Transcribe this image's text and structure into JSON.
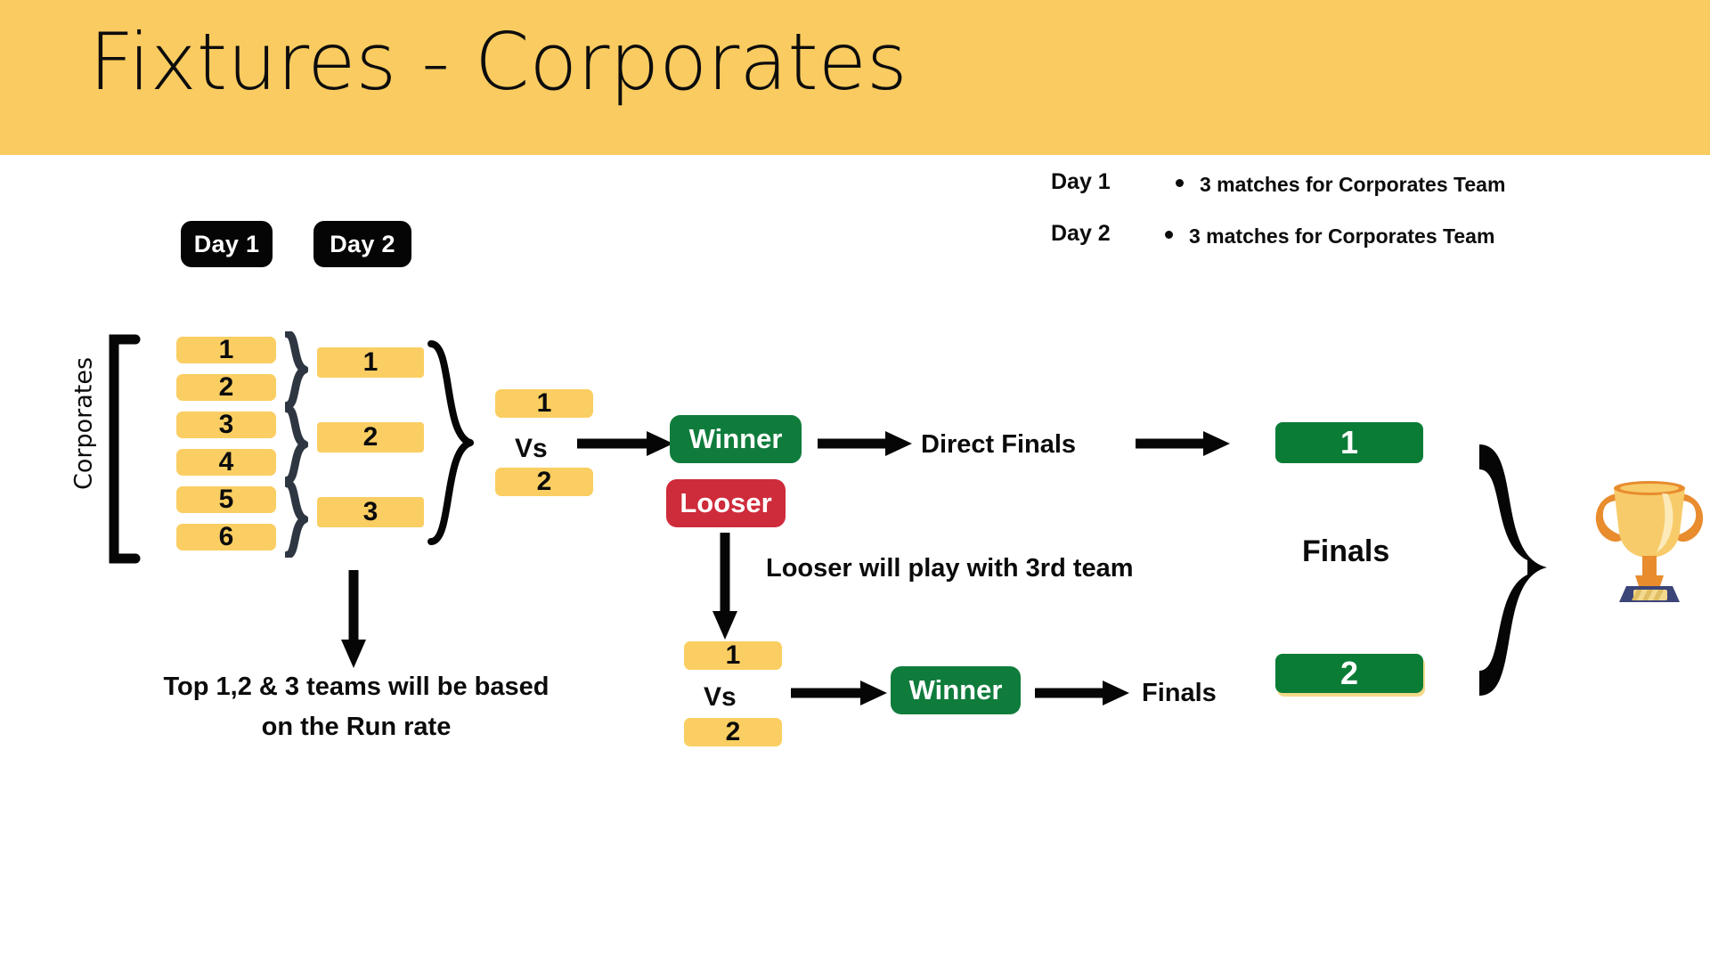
{
  "header": {
    "title": "Fixtures - Corporates",
    "bar_color": "#F9CB60"
  },
  "legend": {
    "rows": [
      {
        "day": "Day 1",
        "note": "3 matches for Corporates Team"
      },
      {
        "day": "Day 2",
        "note": "3 matches for Corporates Team"
      }
    ]
  },
  "day_badges": [
    {
      "label": "Day 1"
    },
    {
      "label": "Day 2"
    }
  ],
  "group_label": "Corporates",
  "teams_column": {
    "items": [
      "1",
      "2",
      "3",
      "4",
      "5",
      "6"
    ]
  },
  "pairs_column": {
    "items": [
      "1",
      "2",
      "3"
    ]
  },
  "top_match": {
    "team_a": "1",
    "vs": "Vs",
    "team_b": "2",
    "winner_label": "Winner",
    "looser_label": "Looser",
    "direct_finals": "Direct Finals"
  },
  "bottom_match": {
    "note": "Looser will play with 3rd team",
    "team_a": "1",
    "vs": "Vs",
    "team_b": "2",
    "winner_label": "Winner",
    "finals": "Finals"
  },
  "note_run_rate": {
    "line1": "Top 1,2 & 3 teams will be based",
    "line2": "on the Run rate"
  },
  "finals": {
    "slot_1": "1",
    "label": "Finals",
    "slot_2": "2"
  },
  "icons": {
    "trophy": "trophy-icon",
    "brace": "curly-brace-icon",
    "arrow": "arrow-right-icon",
    "bullet": "bullet-dot-icon"
  },
  "colors": {
    "header": "#F9CB60",
    "pill": "#FACE62",
    "winner": "#107C3C",
    "looser": "#CE2B3B",
    "finals": "#0B7C36",
    "brace_dark": "#2E3642",
    "ink": "#0b0b0b"
  }
}
